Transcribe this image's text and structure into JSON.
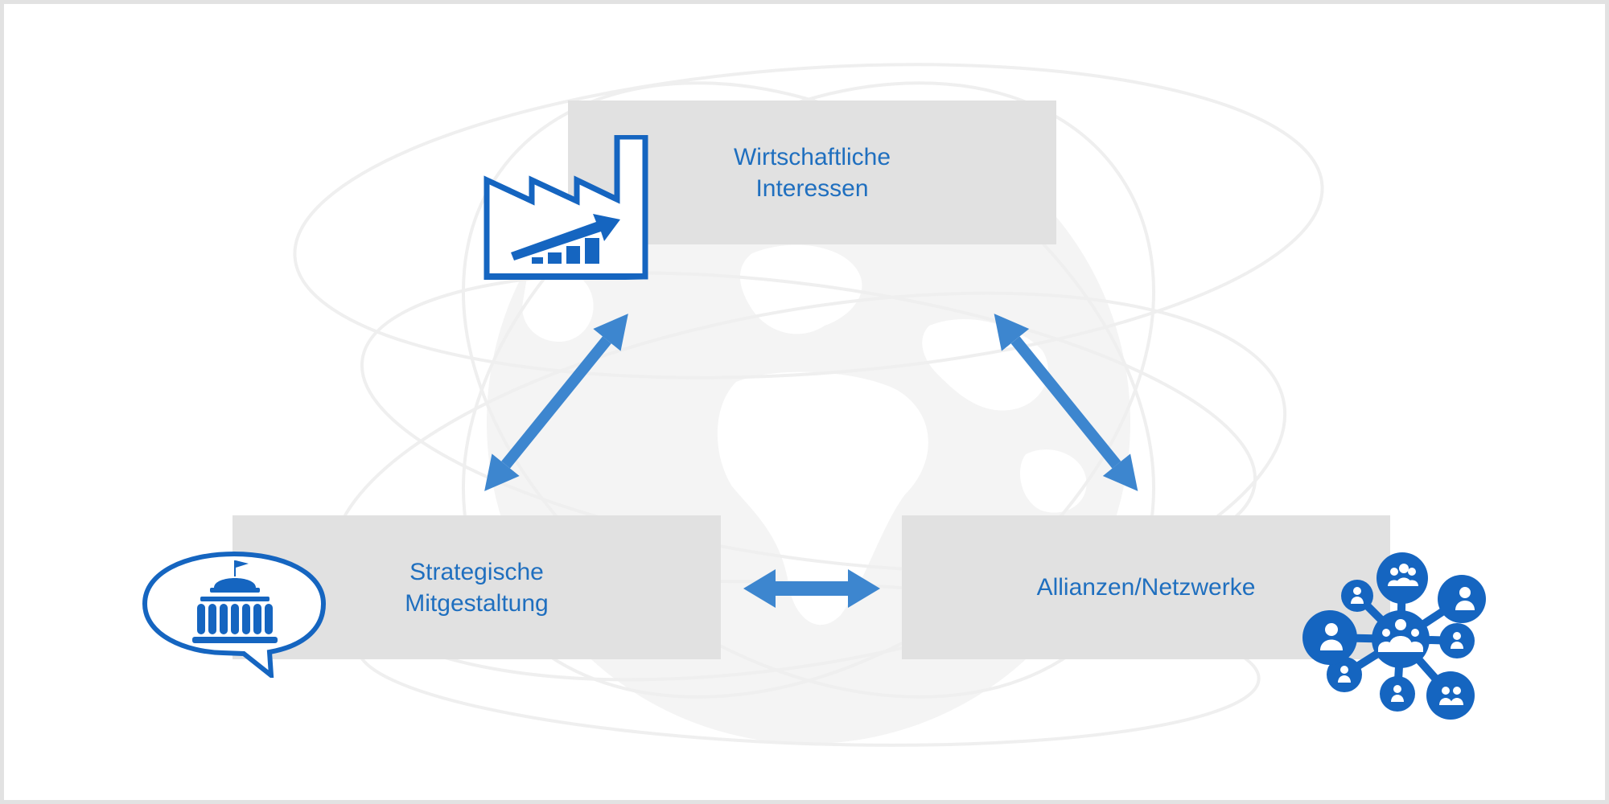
{
  "diagram": {
    "nodes": {
      "economic": {
        "line1": "Wirtschaftliche",
        "line2": "Interessen"
      },
      "strategic": {
        "line1": "Strategische",
        "line2": "Mitgestaltung"
      },
      "alliances": {
        "label": "Allianzen/Netzwerke"
      }
    },
    "edges": [
      {
        "from": "strategic",
        "to": "economic",
        "style": "double-headed-arrow"
      },
      {
        "from": "economic",
        "to": "alliances",
        "style": "double-headed-arrow"
      },
      {
        "from": "strategic",
        "to": "alliances",
        "style": "double-headed-arrow"
      }
    ],
    "icons": {
      "economic": "factory-growth-icon",
      "strategic": "parliament-speech-bubble-icon",
      "alliances": "people-network-icon"
    },
    "background": "globe-with-orbits"
  },
  "colors": {
    "accent_blue": "#1f6fbf",
    "arrow_blue": "#3d86cf",
    "box_grey": "#e1e1e1",
    "frame_grey": "#e2e2e2",
    "background_art": "#f3f3f3"
  }
}
